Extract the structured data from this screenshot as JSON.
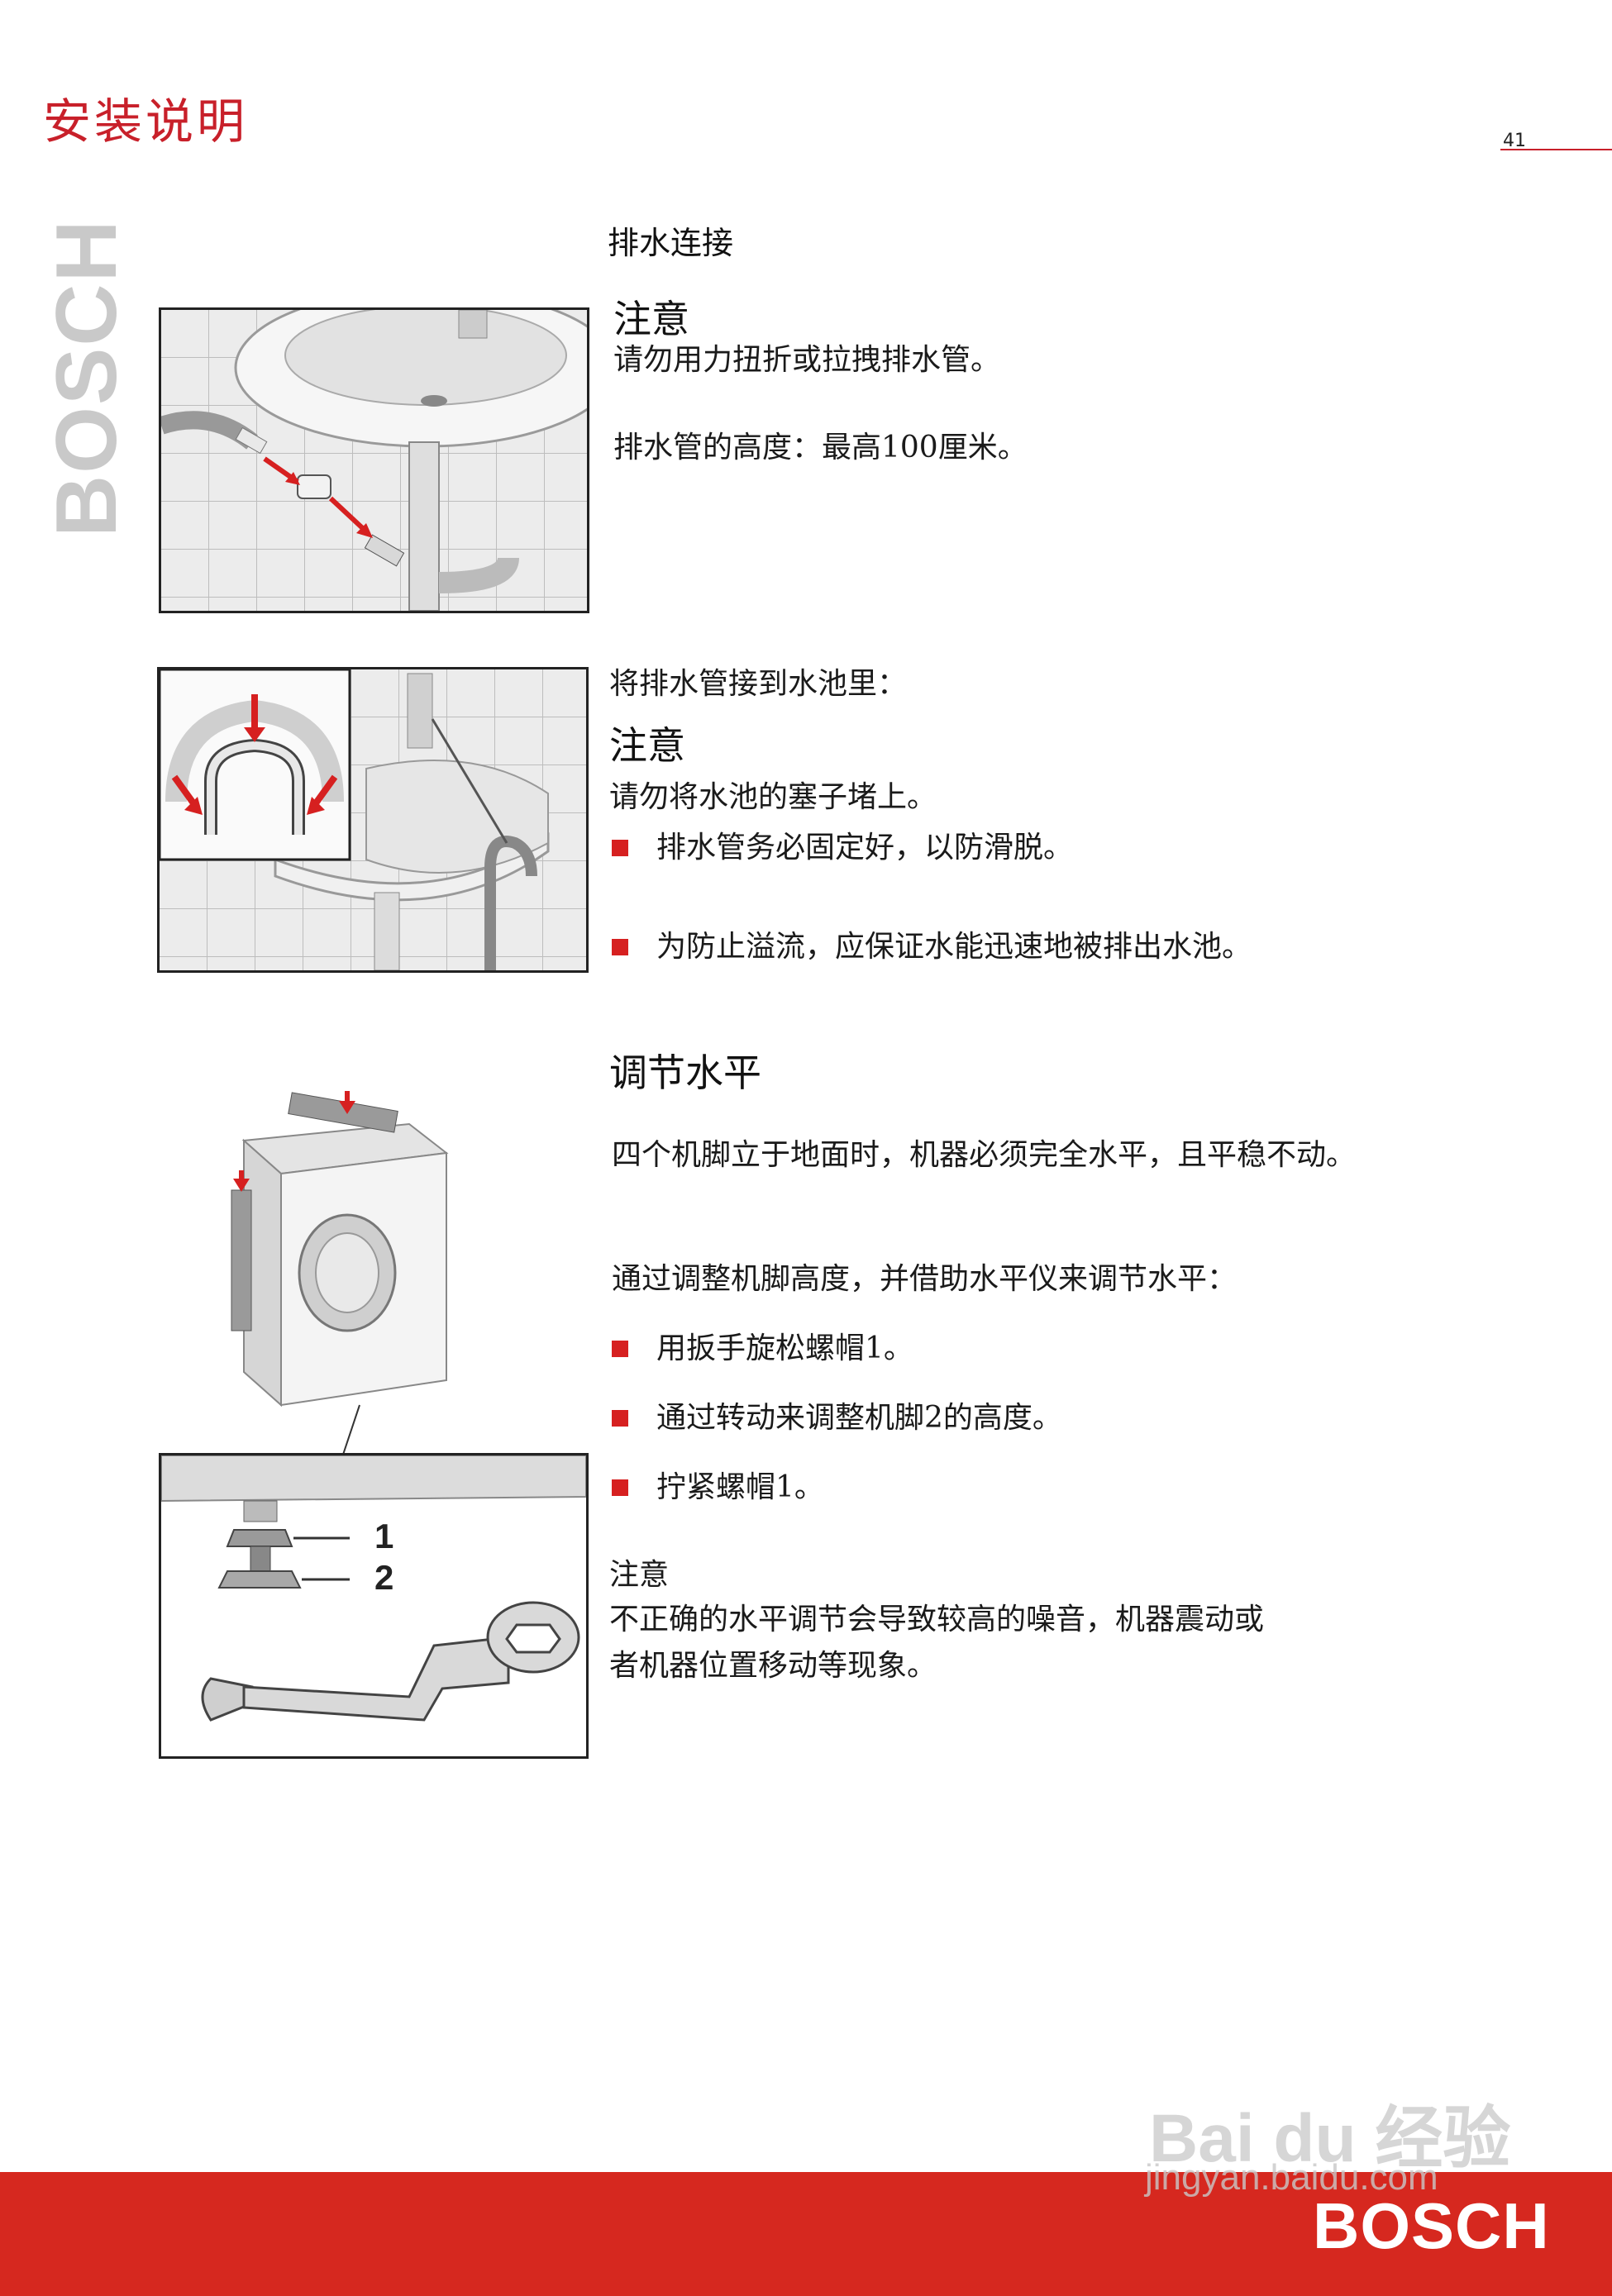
{
  "header": {
    "title": "安装说明",
    "page_number": "41"
  },
  "side_brand": "BOSCH",
  "drain": {
    "heading": "排水连接",
    "notice_title": "注意",
    "notice_line1": "请勿用力扭折或拉拽排水管。",
    "notice_line2": "排水管的高度：最高100厘米。"
  },
  "sink": {
    "intro": "将排水管接到水池里：",
    "notice_title": "注意",
    "notice_line": "请勿将水池的塞子堵上。",
    "bullets": [
      "排水管务必固定好，以防滑脱。",
      "为防止溢流，应保证水能迅速地被排出水池。"
    ]
  },
  "level": {
    "heading": "调节水平",
    "para1": "四个机脚立于地面时，机器必须完全水平，且平稳不动。",
    "para2": "通过调整机脚高度，并借助水平仪来调节水平：",
    "bullets": [
      "用扳手旋松螺帽1。",
      "通过转动来调整机脚2的高度。",
      "拧紧螺帽1。"
    ],
    "notice_title": "注意",
    "notice_line1": "不正确的水平调节会导致较高的噪音，机器震动或",
    "notice_line2": "者机器位置移动等现象。",
    "labels": [
      "1",
      "2"
    ]
  },
  "footer": {
    "brand": "BOSCH"
  },
  "watermark": {
    "line1": "Bai du 经验",
    "line2": "jingyan.baidu.com"
  },
  "colors": {
    "accent": "#c8202a",
    "footer": "#d6281f"
  }
}
